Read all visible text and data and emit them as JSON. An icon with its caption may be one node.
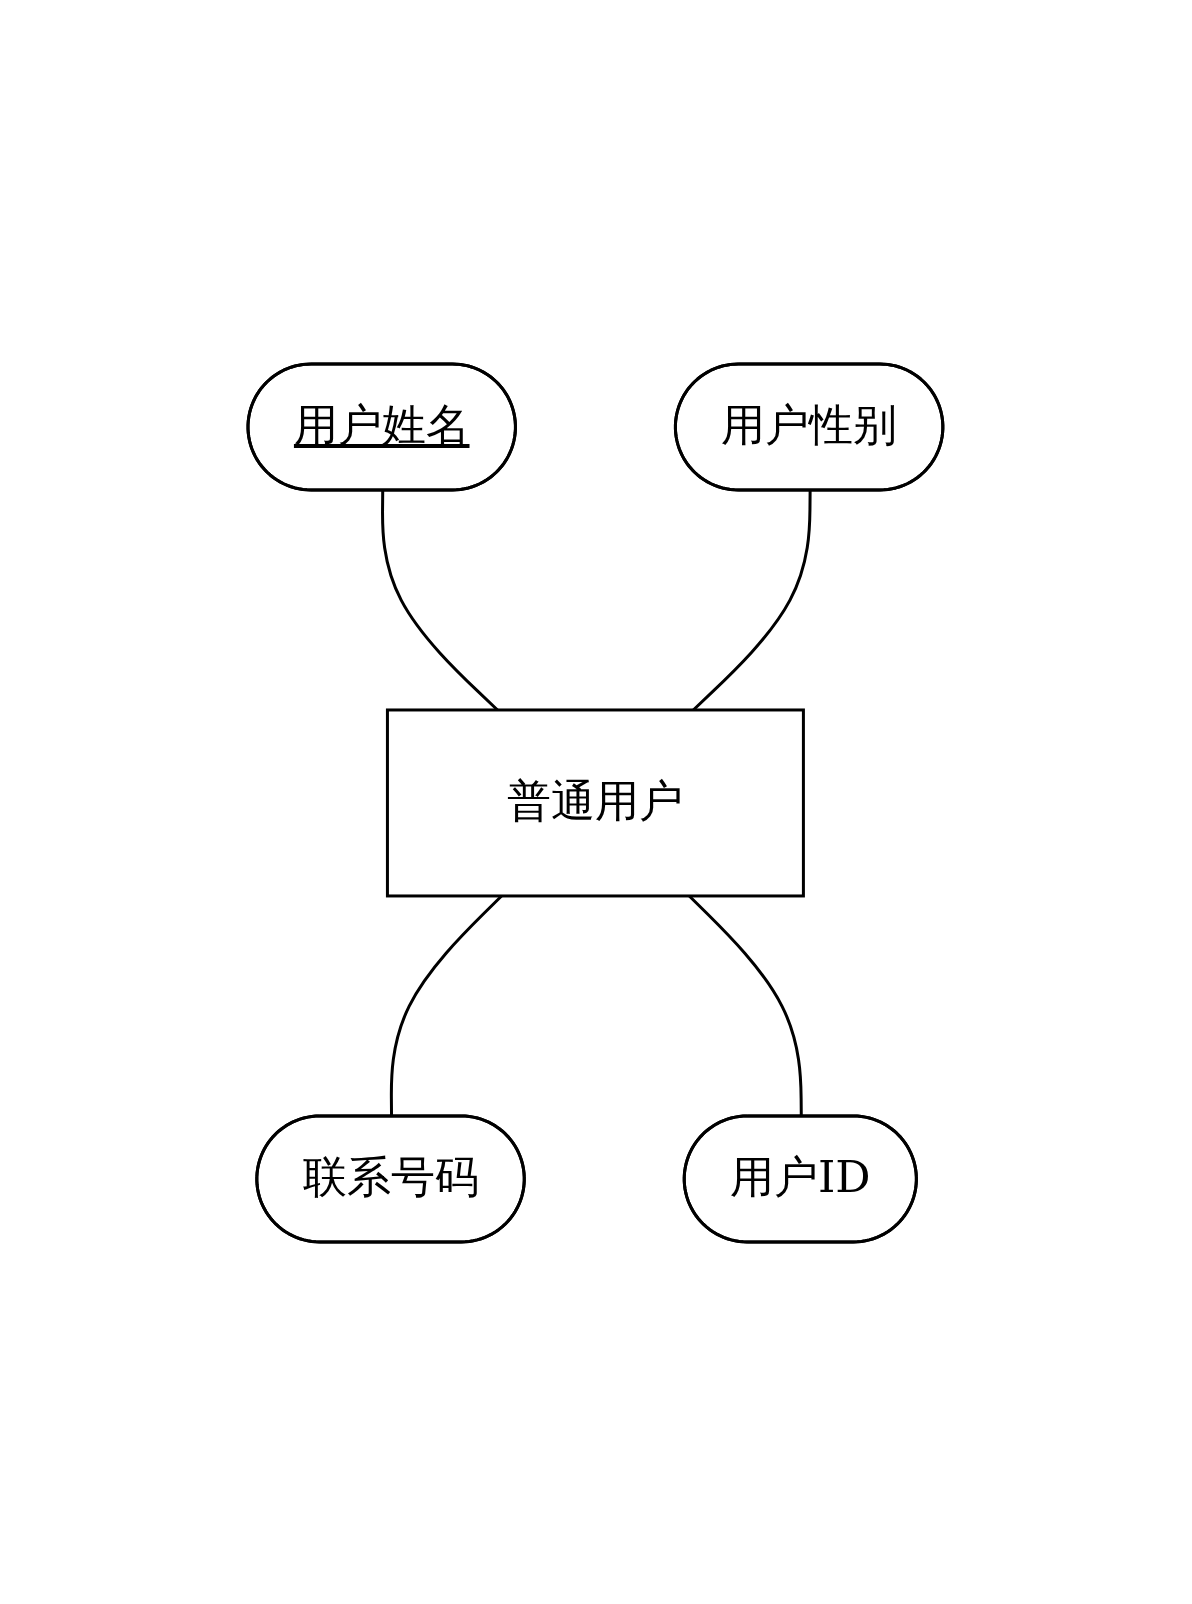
{
  "diagram": {
    "nodes": [
      {
        "text": [
          "用户姓名"
        ]
      },
      {
        "text": [
          "用户性别"
        ]
      },
      {
        "text": [
          "普通用户"
        ]
      },
      {
        "text": [
          "联系号码"
        ]
      },
      {
        "text": [
          "用户ID"
        ]
      }
    ],
    "edges": [
      {
        "from": 0,
        "to": 2,
        "arrow": "none"
      },
      {
        "from": 1,
        "to": 2,
        "arrow": "none"
      },
      {
        "from": 2,
        "to": 3,
        "arrow": "none"
      },
      {
        "from": 2,
        "to": 4,
        "arrow": "none"
      }
    ]
  }
}
